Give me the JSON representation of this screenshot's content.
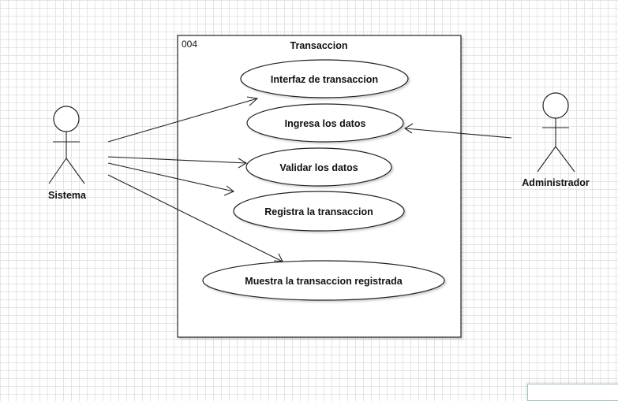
{
  "system": {
    "id": "004",
    "title": "Transaccion"
  },
  "actors": {
    "sistema": "Sistema",
    "administrador": "Administrador"
  },
  "use_cases": {
    "interfaz": "Interfaz de transaccion",
    "ingresa": "Ingresa los datos",
    "validar": "Validar los datos",
    "registra": "Registra la transaccion",
    "muestra": "Muestra la transaccion registrada"
  }
}
